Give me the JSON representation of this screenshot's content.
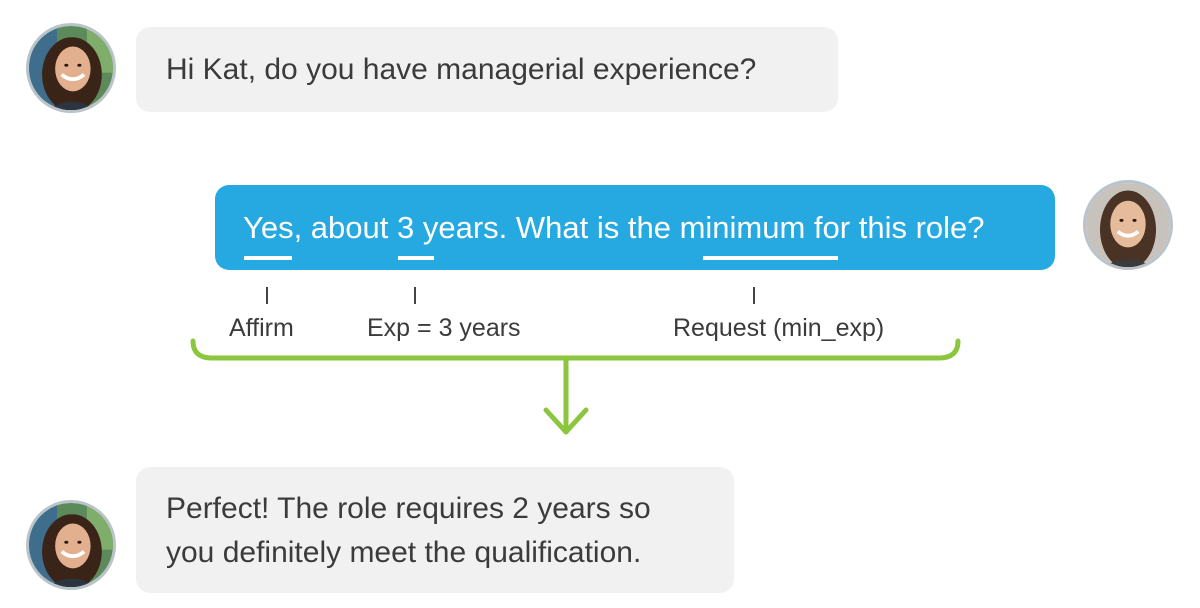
{
  "colors": {
    "user_bubble": "#26a9e0",
    "bot_bubble": "#f1f1f1",
    "bracket": "#8cc63f",
    "text": "#3b3b3b"
  },
  "messages": [
    {
      "sender": "recruiter",
      "avatar_icon": "recruiter-avatar-icon",
      "text": "Hi Kat, do you have managerial experience?"
    },
    {
      "sender": "candidate",
      "avatar_icon": "candidate-avatar-icon",
      "parts": [
        "Yes",
        ", about ",
        "3",
        " years. What is the ",
        "minimum",
        " for this role?"
      ]
    },
    {
      "sender": "recruiter",
      "avatar_icon": "recruiter-avatar-icon",
      "lines": [
        "Perfect! The role requires 2 years so",
        "you definitely meet the qualification."
      ]
    }
  ],
  "annotations": [
    {
      "label": "Affirm",
      "token": "Yes"
    },
    {
      "label": "Exp = 3 years",
      "token": "3"
    },
    {
      "label": "Request (min_exp)",
      "token": "minimum"
    }
  ]
}
